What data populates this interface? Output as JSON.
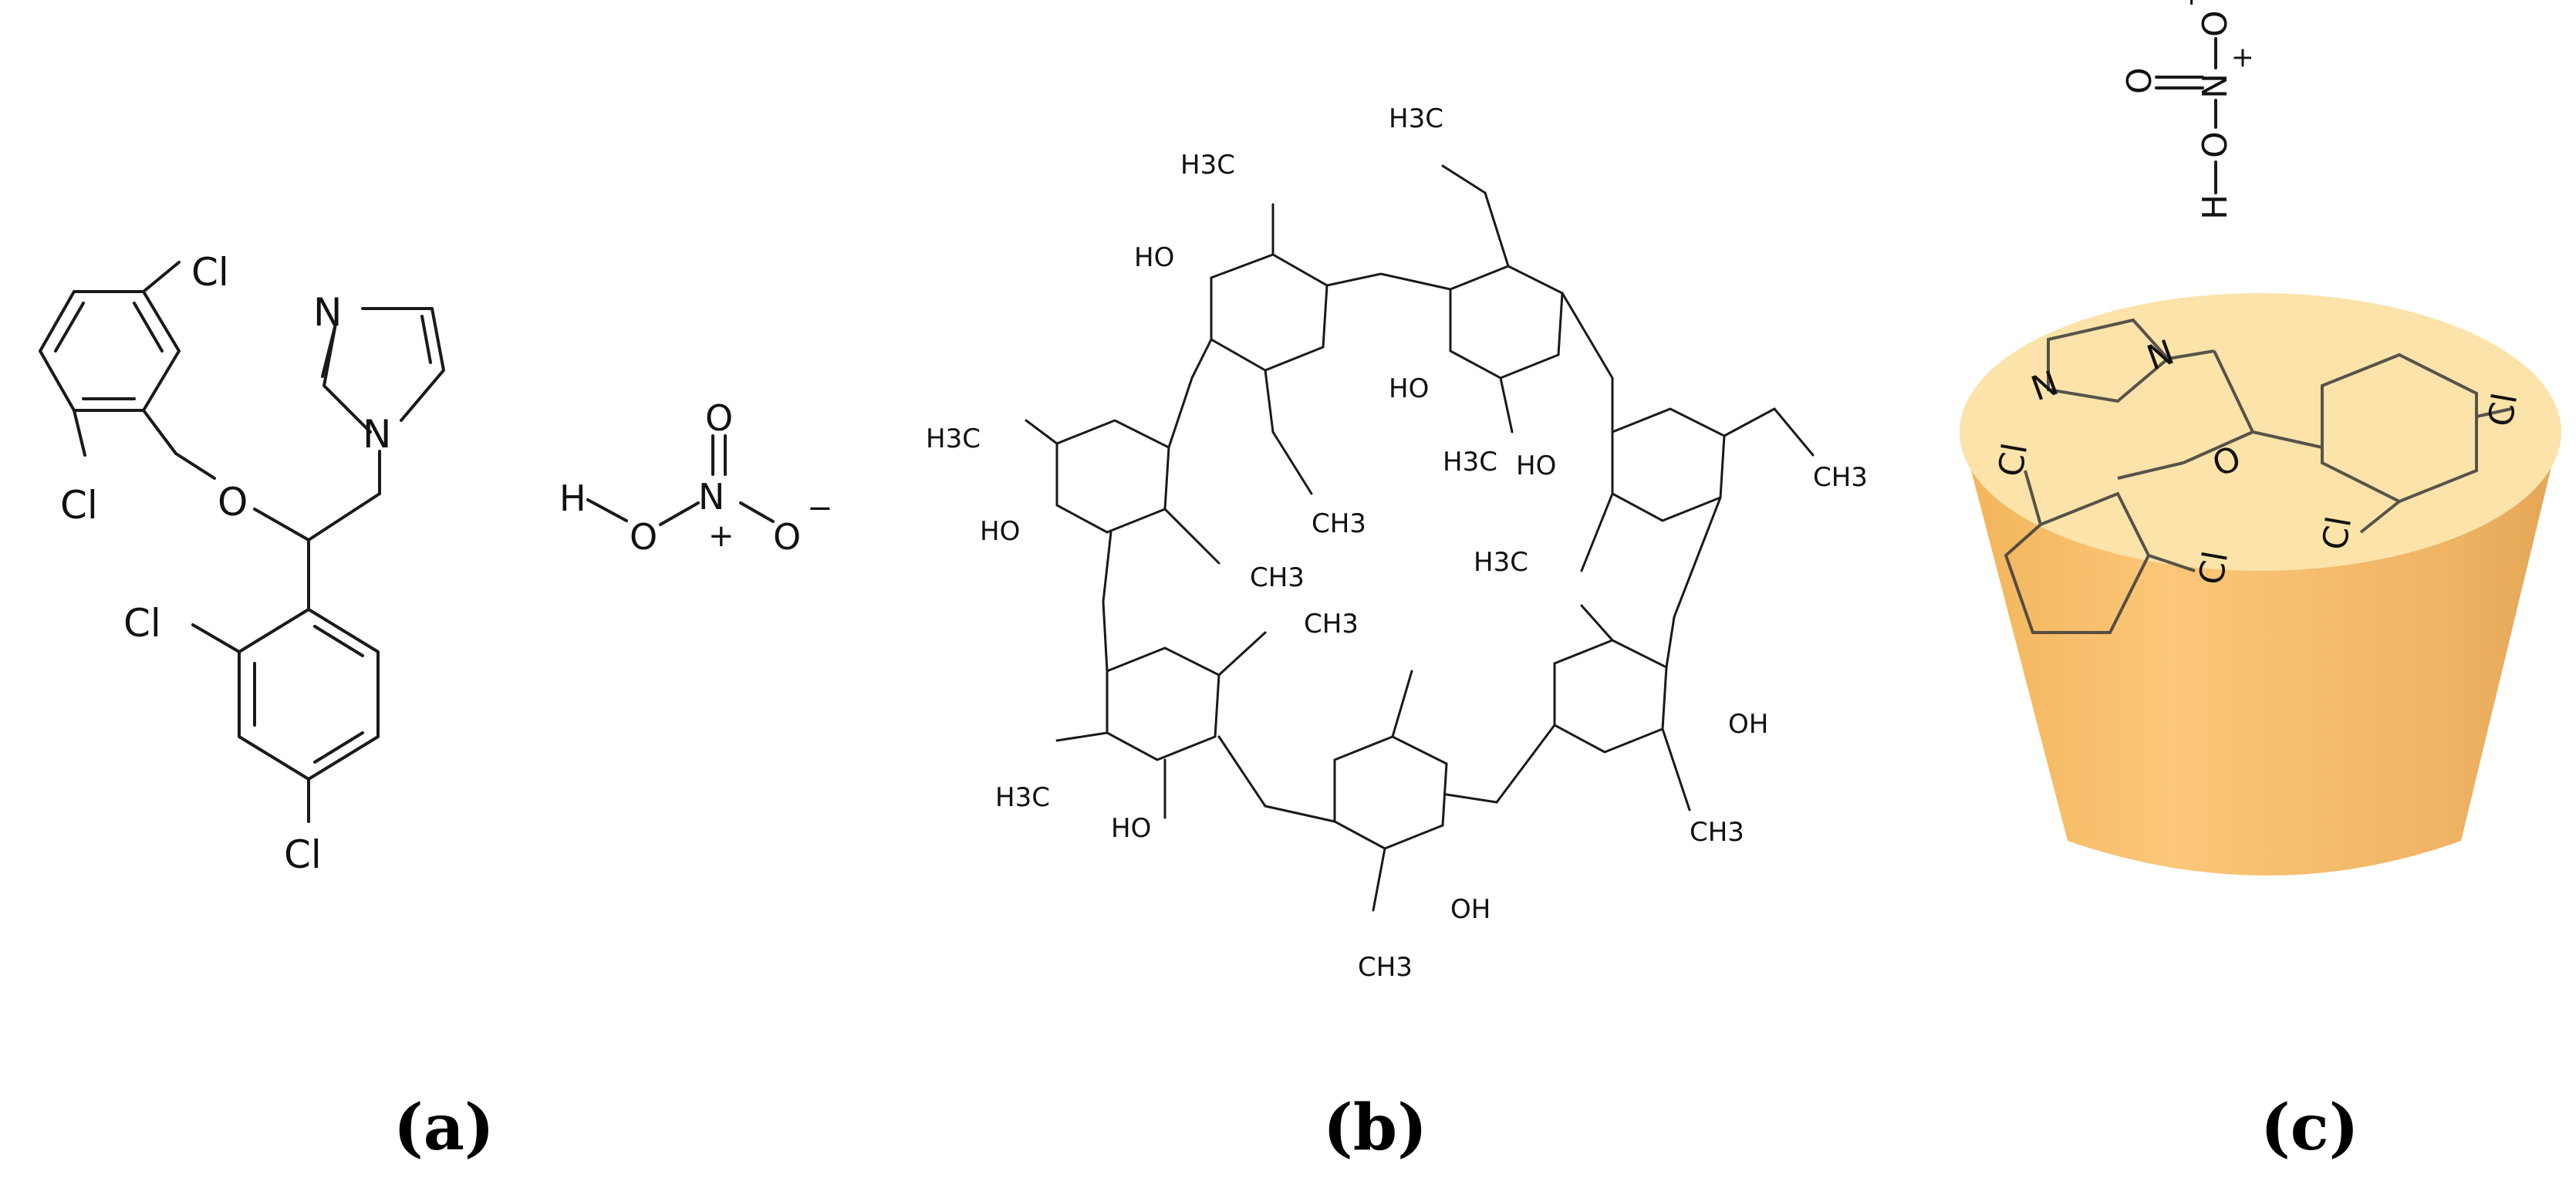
{
  "panels": [
    {
      "id": "a",
      "label": "(a)"
    },
    {
      "id": "b",
      "label": "(b)"
    },
    {
      "id": "c",
      "label": "(c)"
    }
  ],
  "atoms": {
    "cl": "Cl",
    "o": "O",
    "n": "N",
    "h": "H",
    "ho": "HO",
    "oh": "OH",
    "h3c": "H3C",
    "ch3": "CH3",
    "plus": "+",
    "minus": "−"
  },
  "colors": {
    "cone_light": "#fde2a4",
    "cone_body": "#f6bd68",
    "cone_shadow": "#e9a94e",
    "ink": "#111111"
  }
}
